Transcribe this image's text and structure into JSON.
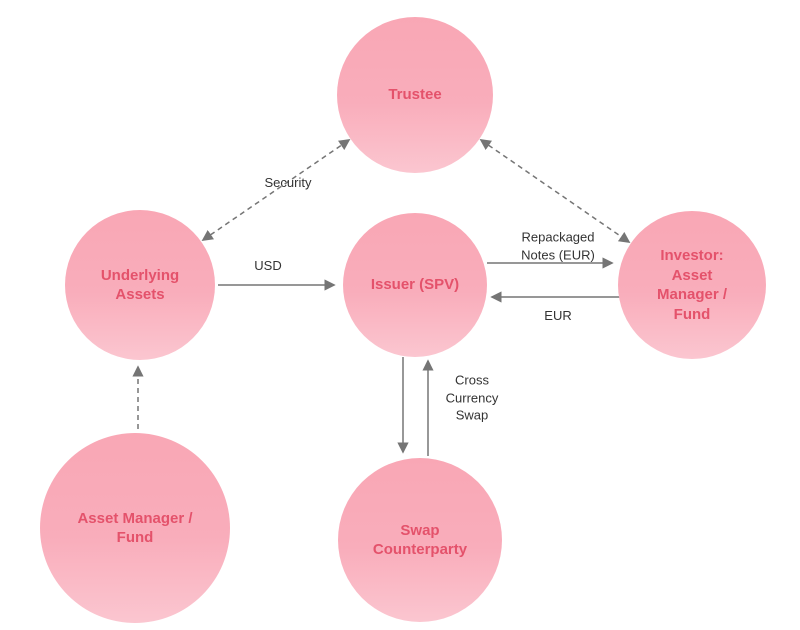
{
  "diagram": {
    "title": "Repackaging structure diagram",
    "colors": {
      "node_fill": "#f9adbb",
      "node_fill_light": "#fbc6d0",
      "node_text": "#e4526b",
      "arrow": "#757575",
      "edge_label_text": "#333333",
      "background": "#ffffff"
    },
    "nodes": {
      "trustee": {
        "label": "Trustee"
      },
      "underlying_assets": {
        "label": "Underlying Assets"
      },
      "issuer": {
        "label": "Issuer (SPV)"
      },
      "investor": {
        "label": "Investor: Asset Manager / Fund"
      },
      "asset_manager": {
        "label": "Asset Manager / Fund"
      },
      "swap_counterparty": {
        "label": "Swap Counterparty"
      }
    },
    "edge_labels": {
      "security": "Security",
      "usd": "USD",
      "repackaged_notes": "Repackaged Notes (EUR)",
      "eur": "EUR",
      "cross_currency_swap": "Cross Currency Swap"
    },
    "edges": [
      {
        "from": "underlying_assets",
        "to": "trustee",
        "style": "dashed",
        "direction": "both",
        "label": "Security"
      },
      {
        "from": "trustee",
        "to": "investor",
        "style": "dashed",
        "direction": "both",
        "label": ""
      },
      {
        "from": "underlying_assets",
        "to": "issuer",
        "style": "solid",
        "direction": "forward",
        "label": "USD"
      },
      {
        "from": "issuer",
        "to": "investor",
        "style": "solid",
        "direction": "forward",
        "label": "Repackaged Notes (EUR)"
      },
      {
        "from": "investor",
        "to": "issuer",
        "style": "solid",
        "direction": "forward",
        "label": "EUR"
      },
      {
        "from": "issuer",
        "to": "swap_counterparty",
        "style": "solid",
        "direction": "forward",
        "label": "Cross Currency Swap"
      },
      {
        "from": "swap_counterparty",
        "to": "issuer",
        "style": "solid",
        "direction": "forward",
        "label": ""
      },
      {
        "from": "asset_manager",
        "to": "underlying_assets",
        "style": "dashed",
        "direction": "forward",
        "label": ""
      }
    ]
  }
}
